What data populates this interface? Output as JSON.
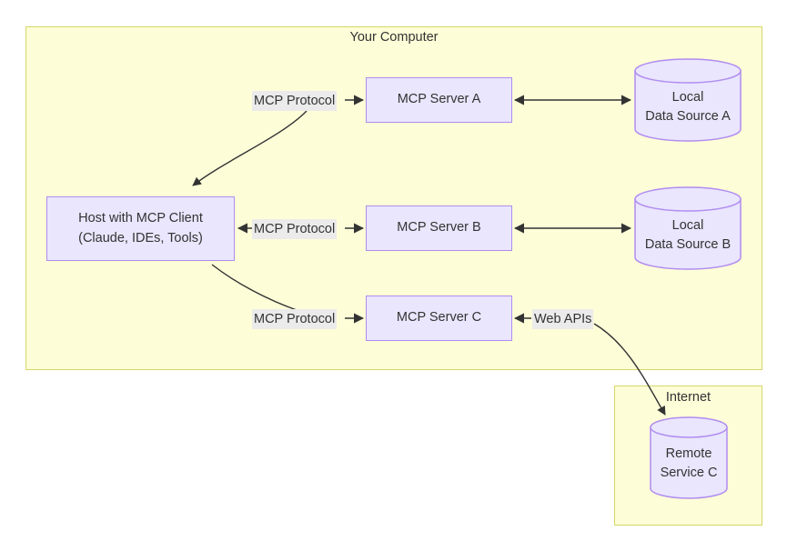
{
  "diagram": {
    "title_internal": "Model Context Protocol architecture",
    "containers": [
      {
        "id": "your-computer",
        "label": "Your Computer"
      },
      {
        "id": "internet",
        "label": "Internet"
      }
    ],
    "nodes": [
      {
        "id": "host",
        "label_line1": "Host with MCP Client",
        "label_line2": "(Claude, IDEs, Tools)",
        "type": "box"
      },
      {
        "id": "server-a",
        "label_line1": "MCP Server A",
        "label_line2": "",
        "type": "box"
      },
      {
        "id": "server-b",
        "label_line1": "MCP Server B",
        "label_line2": "",
        "type": "box"
      },
      {
        "id": "server-c",
        "label_line1": "MCP Server C",
        "label_line2": "",
        "type": "box"
      },
      {
        "id": "data-source-a",
        "label_line1": "Local",
        "label_line2": "Data Source A",
        "type": "cylinder"
      },
      {
        "id": "data-source-b",
        "label_line1": "Local",
        "label_line2": "Data Source B",
        "type": "cylinder"
      },
      {
        "id": "remote-service-c",
        "label_line1": "Remote",
        "label_line2": "Service C",
        "type": "cylinder"
      }
    ],
    "edge_labels": [
      {
        "id": "mcp-protocol-a",
        "label": "MCP Protocol"
      },
      {
        "id": "mcp-protocol-b",
        "label": "MCP Protocol"
      },
      {
        "id": "mcp-protocol-c",
        "label": "MCP Protocol"
      },
      {
        "id": "web-apis",
        "label": "Web APIs"
      }
    ],
    "colors": {
      "container_fill": "#fdfdd8",
      "container_stroke": "#d6d66b",
      "node_fill": "#e9e6fd",
      "node_stroke": "#b18cf0",
      "edge_stroke": "#333333",
      "edge_label_bg": "#ebebeb",
      "text": "#333333",
      "page_bg": "#ffffff"
    }
  }
}
